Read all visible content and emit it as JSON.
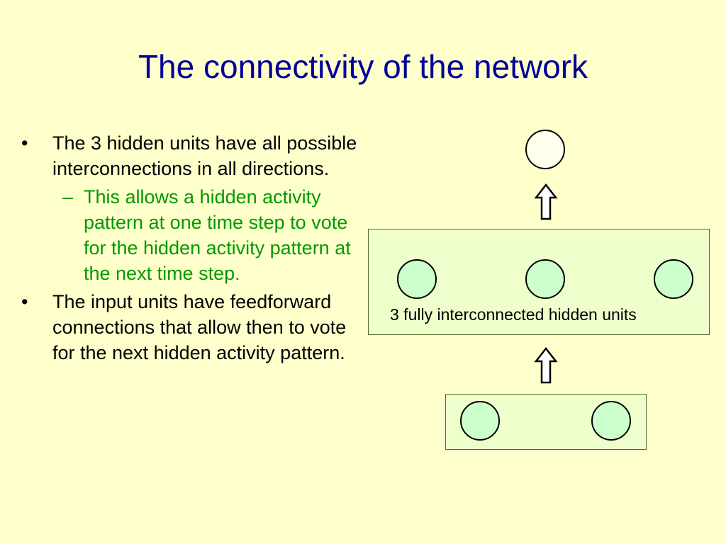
{
  "title": "The connectivity of the network",
  "bullets": [
    {
      "marker": "•",
      "text": "The 3 hidden units have all possible interconnections in all directions.",
      "sub": [
        {
          "marker": "–",
          "text": "This allows a hidden activity pattern at one time step to vote for the hidden activity pattern at the next time step."
        }
      ]
    },
    {
      "marker": "•",
      "text": "The input units have feedforward connections that allow then to vote for the next hidden activity pattern.",
      "sub": []
    }
  ],
  "diagram": {
    "hidden_box_label": "3 fully interconnected hidden units",
    "colors": {
      "background": "#ffffcc",
      "title": "#000099",
      "sub_bullet": "#009900",
      "box_fill": "#eeffcc",
      "unit_fill": "#ccffcc"
    },
    "arrow_icon": "hollow-up-arrow-icon"
  }
}
